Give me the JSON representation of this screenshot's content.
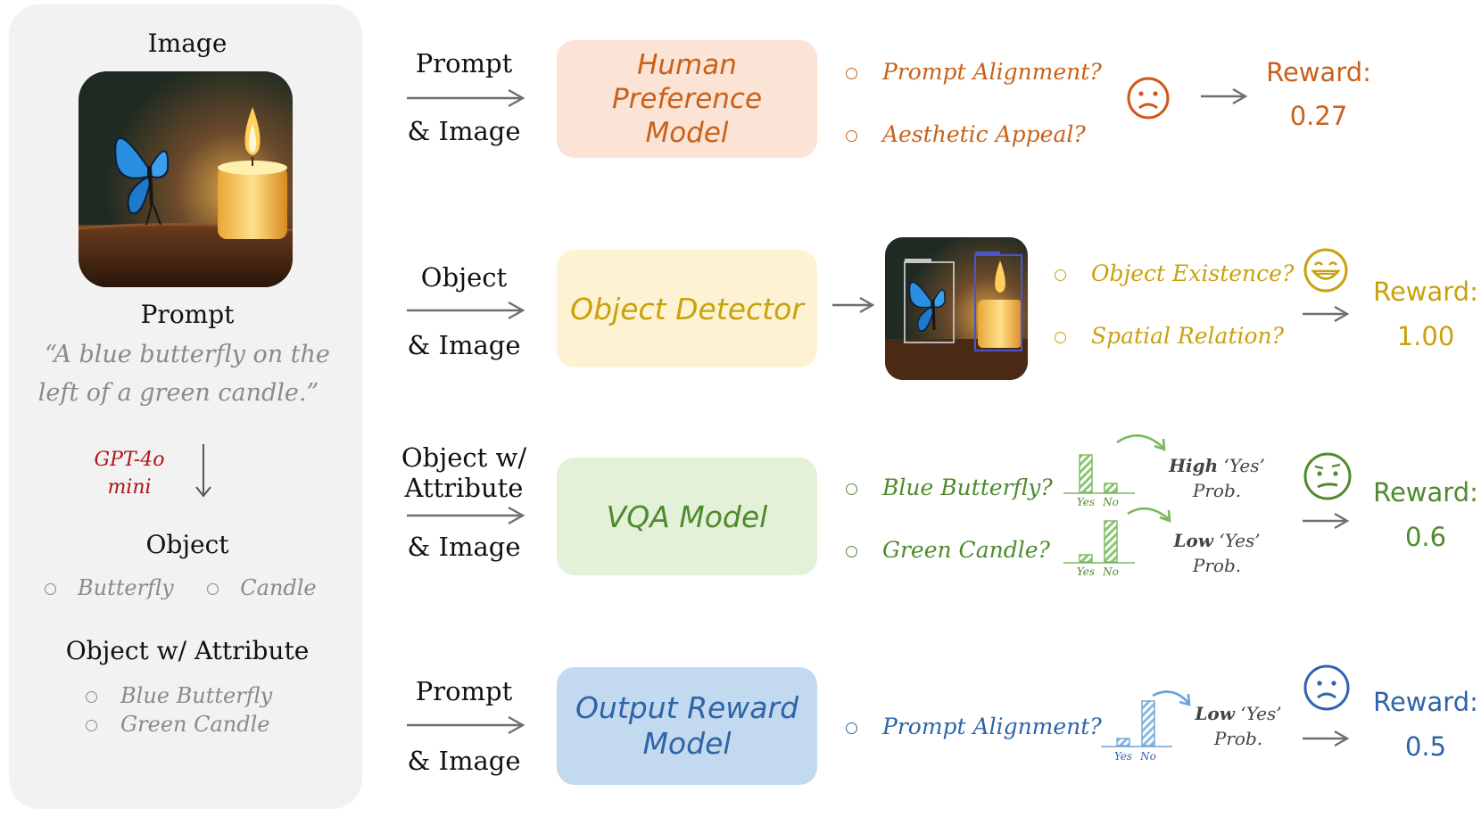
{
  "left": {
    "image_title": "Image",
    "prompt_title": "Prompt",
    "prompt_line1": "“A blue butterfly on the",
    "prompt_line2": "left of a green candle.”",
    "gpt_line1": "GPT-4o",
    "gpt_line2": "mini",
    "object_title": "Object",
    "object_items": [
      "Butterfly",
      "Candle"
    ],
    "attr_title": "Object w/ Attribute",
    "attr_items": [
      "Blue Butterfly",
      "Green Candle"
    ]
  },
  "rows": [
    {
      "input_top": "Prompt",
      "input_bottom": "& Image",
      "model_line1": "Human",
      "model_line2": "Preference",
      "model_line3": "Model",
      "questions": [
        "Prompt Alignment?",
        "Aesthetic Appeal?"
      ],
      "reward_label": "Reward:",
      "reward_value": "0.27",
      "color": "#c8621a",
      "box_bg": "#fbe3d5",
      "face": "sad"
    },
    {
      "input_top": "Object",
      "input_bottom": "& Image",
      "model_line1": "Object Detector",
      "questions": [
        "Object Existence?",
        "Spatial Relation?"
      ],
      "reward_label": "Reward:",
      "reward_value": "1.00",
      "color": "#c9a20c",
      "box_bg": "#fdf3d2",
      "face": "happy"
    },
    {
      "input_top": "Object w/",
      "input_mid": "Attribute",
      "input_bottom": "& Image",
      "model_line1": "VQA Model",
      "questions": [
        "Blue Butterfly?",
        "Green Candle?"
      ],
      "prob_high_bold": "High",
      "prob_high_rest": "‘Yes’",
      "prob_high_line2": "Prob.",
      "prob_low_bold": "Low",
      "prob_low_rest": "‘Yes’",
      "prob_low_line2": "Prob.",
      "bar_yes": "Yes",
      "bar_no": "No",
      "reward_label": "Reward:",
      "reward_value": "0.6",
      "color": "#4f8a2e",
      "box_bg": "#e4f1d9",
      "face": "confused"
    },
    {
      "input_top": "Prompt",
      "input_bottom": "& Image",
      "model_line1": "Output Reward",
      "model_line2": "Model",
      "questions": [
        "Prompt Alignment?"
      ],
      "prob_bold": "Low",
      "prob_rest": "‘Yes’",
      "prob_line2": "Prob.",
      "bar_yes": "Yes",
      "bar_no": "No",
      "reward_label": "Reward:",
      "reward_value": "0.5",
      "color": "#2e64a8",
      "box_bg": "#c3d9ef",
      "face": "sad"
    }
  ]
}
